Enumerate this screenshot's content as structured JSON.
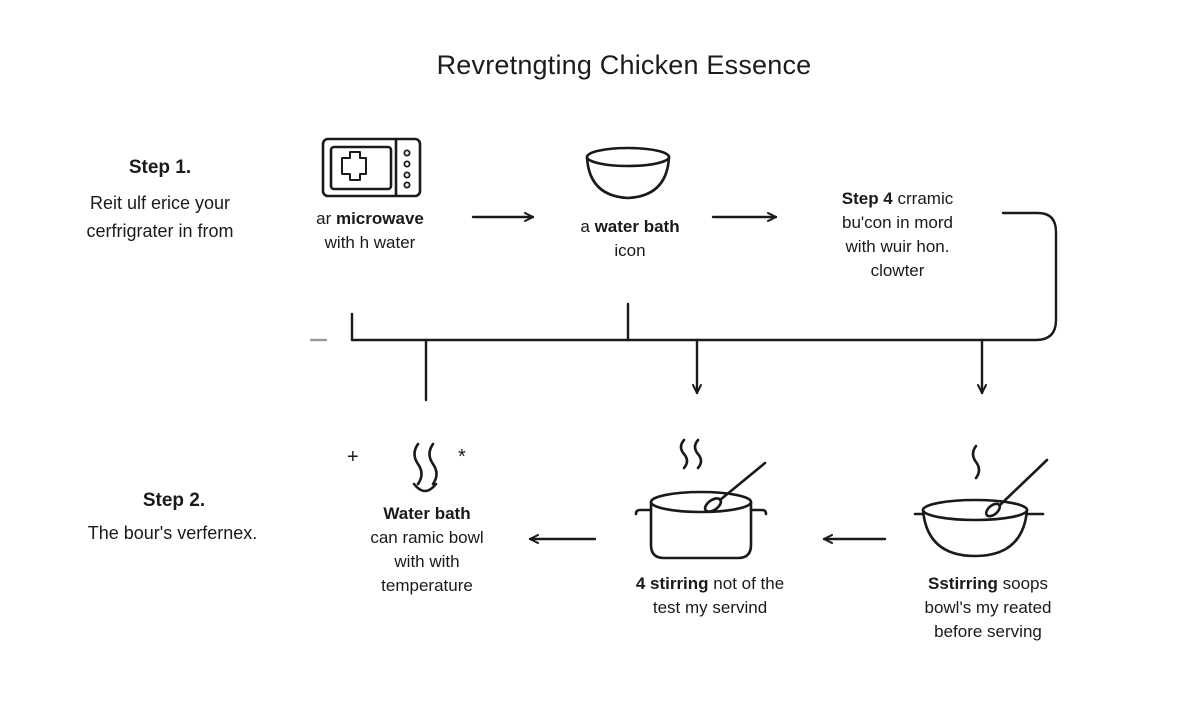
{
  "title": "Revretngting Chicken Essence",
  "step1": {
    "label": "Step 1.",
    "text_line1": "Reit ulf erice your",
    "text_line2": "cerfrigrater in from"
  },
  "step2": {
    "label": "Step 2.",
    "text": "The bour's verfernex."
  },
  "nodes": {
    "microwave": {
      "line1_pre": "ar ",
      "line1_bold": "microwave",
      "line2": "with h water"
    },
    "water_bath_top": {
      "line1_pre": "a ",
      "line1_bold": "water bath",
      "line2": "icon"
    },
    "step4": {
      "line1_bold": "Step 4",
      "line1_post": " crramic",
      "line2": "bu'con in mord",
      "line3": "with wuir hon.",
      "line4": "clowter"
    },
    "water_bath_bottom": {
      "line1_bold": "Water bath",
      "line2": "can ramic bowl",
      "line3": "with with",
      "line4": "temperature"
    },
    "stirring_pot": {
      "line1_bold": "4 stirring",
      "line1_post": " not of the",
      "line2": "test my servind"
    },
    "stirring_bowl": {
      "line1_bold": "Sstirring",
      "line1_post": " soops",
      "line2": "bowl's my reated",
      "line3": "before serving"
    }
  },
  "icons": {
    "microwave": "microwave-icon",
    "bowl": "bowl-icon",
    "steam": "steam-icon",
    "pot": "pot-with-spoon-icon",
    "stir_bowl": "bowl-with-spoon-icon"
  },
  "sparkles": {
    "left": "+",
    "right": "*"
  }
}
